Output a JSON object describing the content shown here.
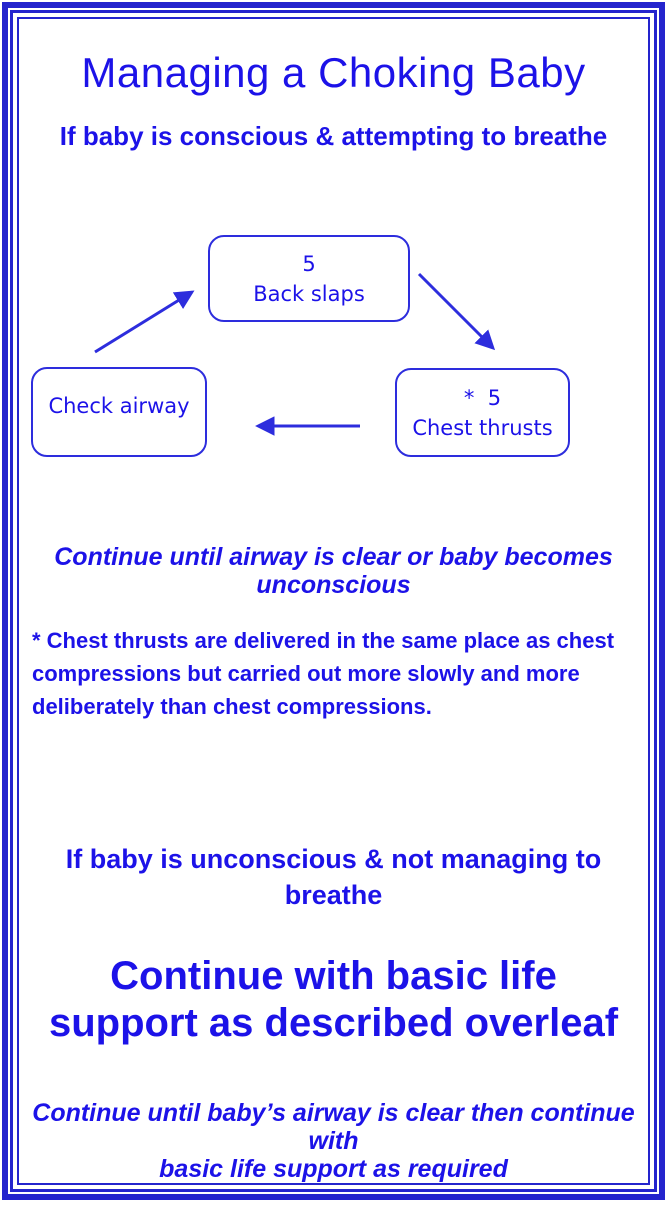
{
  "colors": {
    "text": "#1c12e8",
    "border": "#2424cd",
    "diagram": "#2d2ddd"
  },
  "title": "Managing a Choking Baby",
  "conscious_section": {
    "heading": "If baby is conscious & attempting to breathe",
    "diagram": {
      "back_slaps": {
        "count": "5",
        "label": "Back slaps"
      },
      "chest_thrusts": {
        "count": "*  5",
        "label": "Chest thrusts"
      },
      "check_airway": {
        "label": "Check airway"
      },
      "arrows": [
        {
          "from": "check_airway",
          "to": "back_slaps"
        },
        {
          "from": "back_slaps",
          "to": "chest_thrusts"
        },
        {
          "from": "chest_thrusts",
          "to": "check_airway"
        }
      ]
    },
    "continue_note_lines": [
      "Continue until airway is clear or baby becomes",
      "unconscious"
    ],
    "footnote_lines": [
      "* Chest thrusts are delivered in the same place as chest",
      "compressions but carried out more slowly and more",
      "deliberately than chest compressions."
    ]
  },
  "unconscious_section": {
    "heading_lines": [
      "If baby is unconscious & not managing to",
      "breathe"
    ],
    "statement_lines": [
      "Continue with basic life",
      "support as described overleaf"
    ],
    "continue_note_lines": [
      "Continue until baby’s airway is clear then continue",
      "with",
      "basic life support as required"
    ]
  }
}
